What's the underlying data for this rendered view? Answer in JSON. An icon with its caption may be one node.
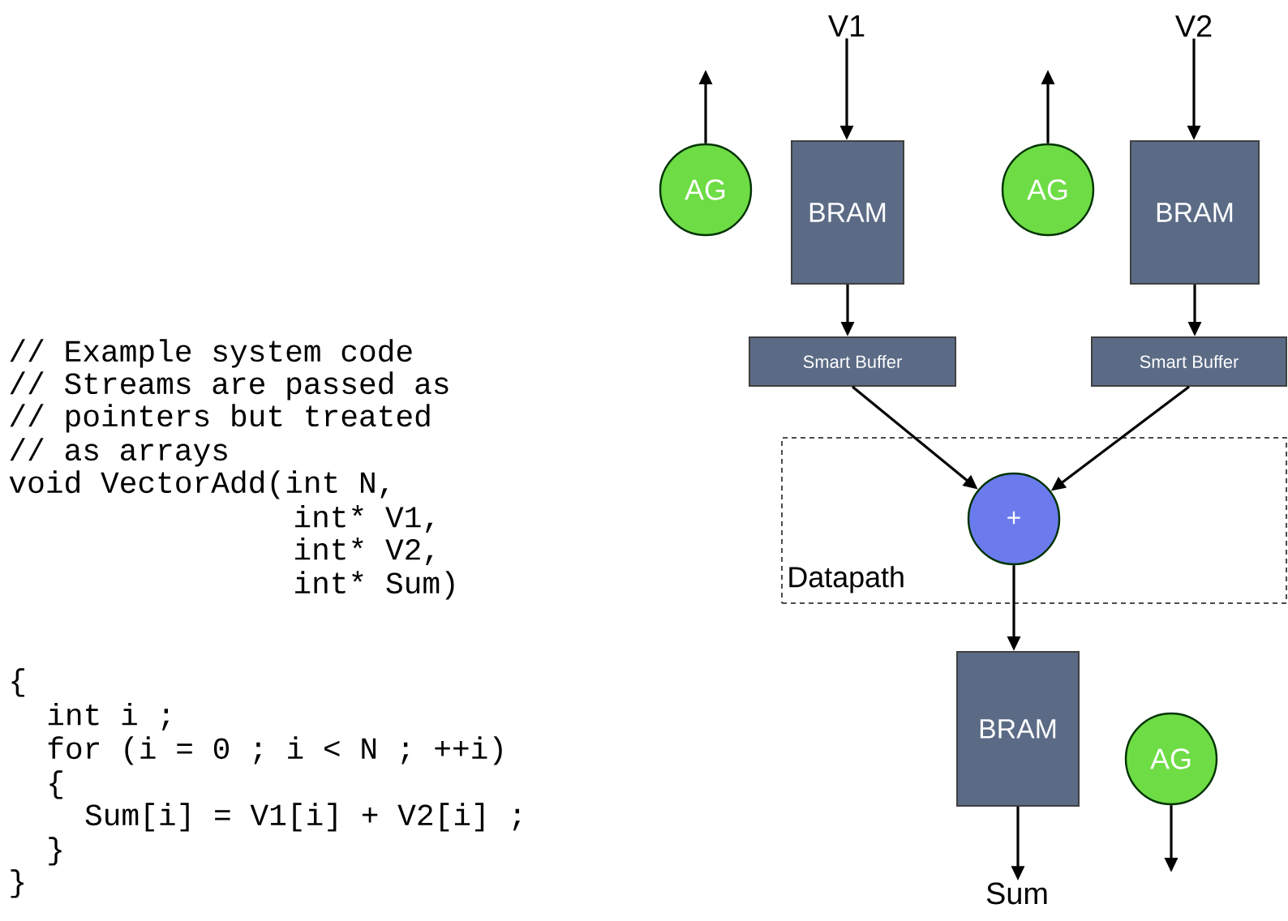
{
  "diagram": {
    "nodes": [
      {
        "text": [
          "V1"
        ]
      },
      {
        "text": [
          "V2"
        ]
      },
      {
        "text": [
          "AG"
        ]
      },
      {
        "text": [
          "BRAM"
        ]
      },
      {
        "text": [
          "AG"
        ]
      },
      {
        "text": [
          "BRAM"
        ]
      },
      {
        "text": [
          "Smart Buffer"
        ]
      },
      {
        "text": [
          "Smart Buffer"
        ]
      },
      {
        "text": [
          "Datapath"
        ]
      },
      {
        "text": [
          "+"
        ],
        "in": 8
      },
      {
        "text": [
          "BRAM"
        ]
      },
      {
        "text": [
          "AG"
        ]
      },
      {
        "text": [
          "Sum"
        ]
      }
    ],
    "edges": [
      {
        "from": 0,
        "to": 3,
        "arrow": "to"
      },
      {
        "from": 1,
        "to": 5,
        "arrow": "to"
      },
      {
        "from": 2,
        "to": null,
        "arrow": "to"
      },
      {
        "from": 4,
        "to": null,
        "arrow": "to"
      },
      {
        "from": 3,
        "to": 6,
        "arrow": "to"
      },
      {
        "from": 5,
        "to": 7,
        "arrow": "to"
      },
      {
        "from": 6,
        "to": 9,
        "arrow": "to"
      },
      {
        "from": 7,
        "to": 9,
        "arrow": "to"
      },
      {
        "from": 9,
        "to": 10,
        "arrow": "to"
      },
      {
        "from": 10,
        "to": 12,
        "arrow": "to"
      },
      {
        "from": 11,
        "to": null,
        "arrow": "to"
      }
    ],
    "labels": [
      "// Example system code",
      "// Streams are passed as",
      "// pointers but treated",
      "// as arrays",
      "void VectorAdd(int N,",
      "int* V1,",
      "int* V2,",
      "int* Sum)",
      "{",
      "int i ;",
      "for (i = 0 ; i < N ; ++i)",
      "{",
      "Sum[i] = V1[i] + V2[i] ;",
      "}",
      "}"
    ]
  }
}
